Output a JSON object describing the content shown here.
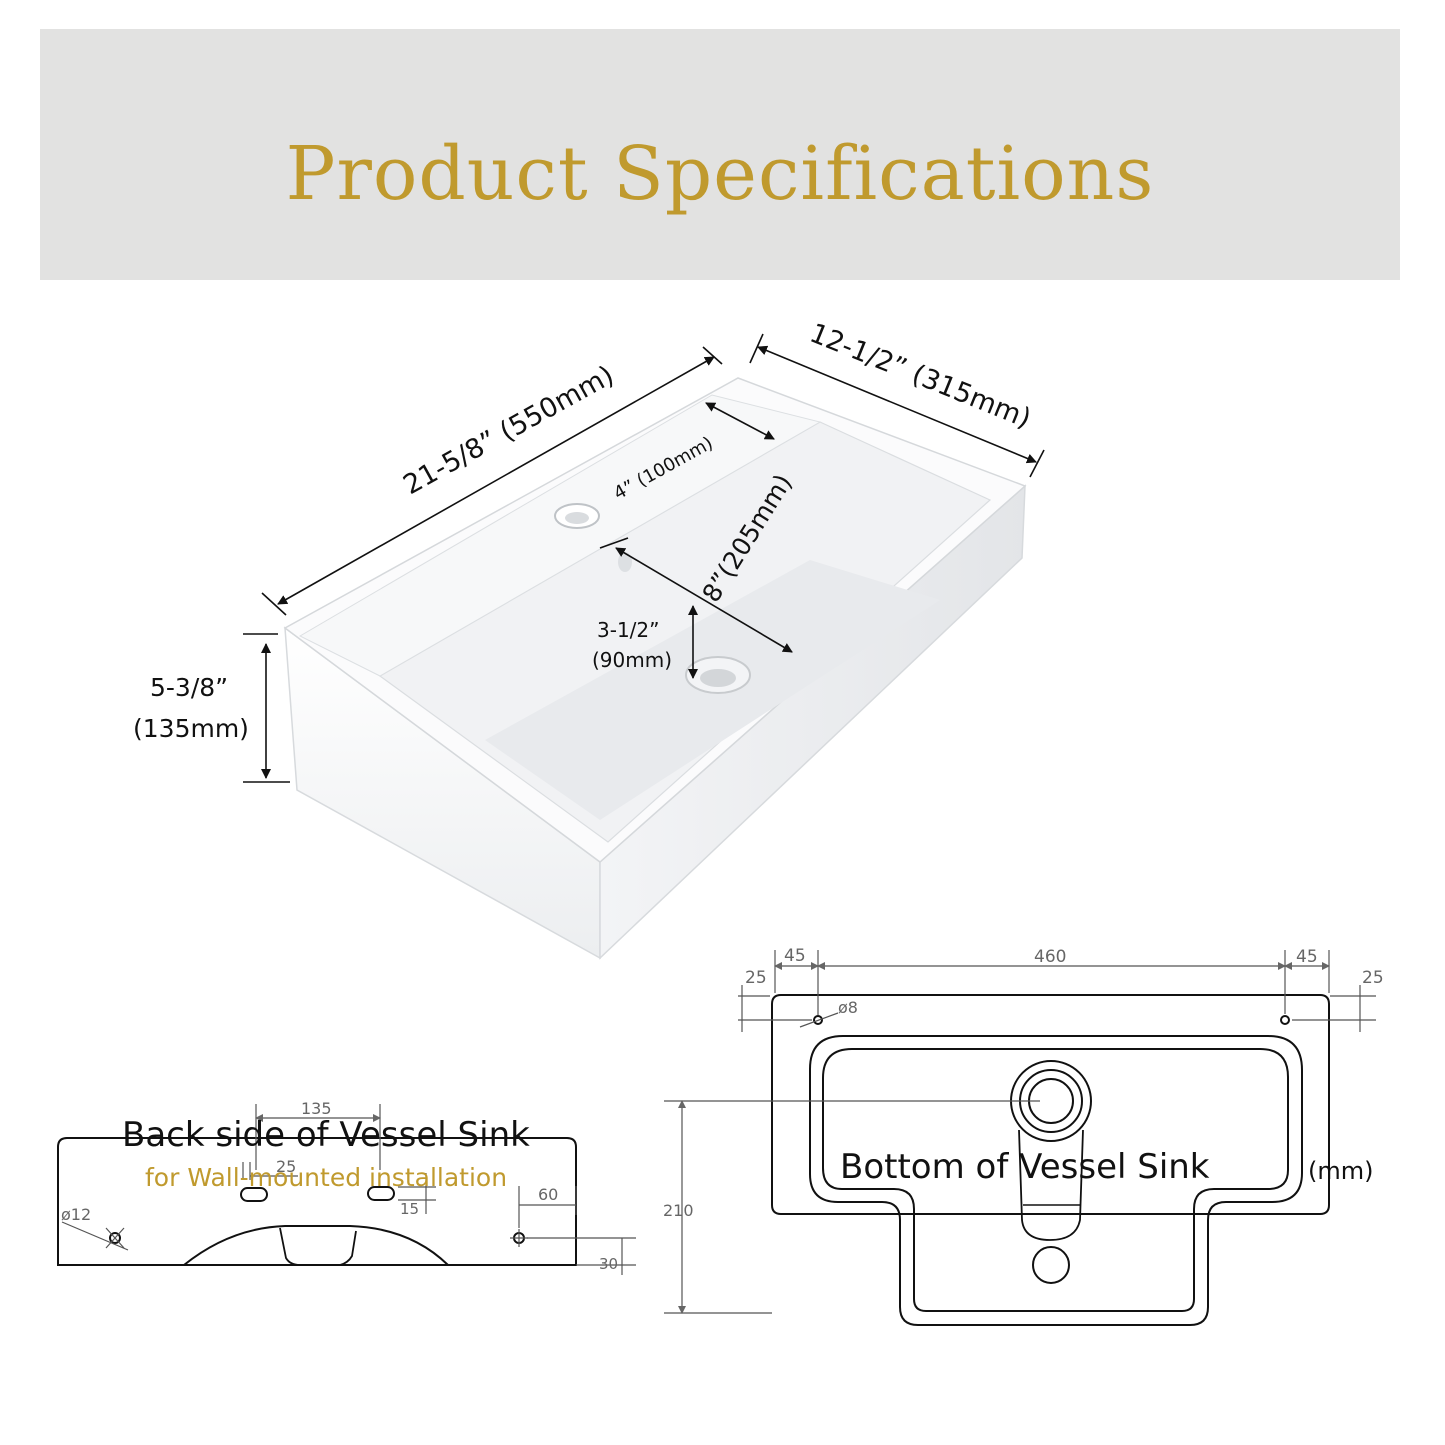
{
  "header": {
    "title": "Product  Specifications"
  },
  "perspective": {
    "length": "21-5/8” (550mm)",
    "width": "12-1/2” (315mm)",
    "deck": "4” (100mm)",
    "faucet_to_drain": "8”(205mm)",
    "drain_offset_in": "3-1/2”",
    "drain_offset_mm": "(90mm)",
    "height_in": "5-3/8”",
    "height_mm": "(135mm)"
  },
  "back_view": {
    "title": "Back side of Vessel Sink",
    "subtitle": "for Wall-mounted installation",
    "dims": {
      "span": "135",
      "slot": "25",
      "slot_h": "15",
      "hole_d": "ø12",
      "edge": "60",
      "low": "30"
    }
  },
  "bottom_view": {
    "title": "Bottom of Vessel Sink",
    "unit": "(mm)",
    "dims": {
      "left": "45",
      "middle": "460",
      "right": "45",
      "top_left": "25",
      "top_right": "25",
      "hole_d": "ø8",
      "depth": "210"
    }
  },
  "colors": {
    "banner_bg": "#e2e2e1",
    "accent_gold": "#c09a2e",
    "line": "#111111"
  }
}
